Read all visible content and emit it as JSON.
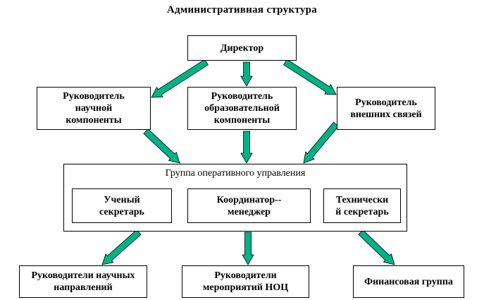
{
  "title": "Административная  структура",
  "director": "Директор",
  "heads": {
    "science": "Руководитель\nнаучной\nкомпоненты",
    "education": "Руководитель\nобразовательной\nкомпоненты",
    "external": "Руководитель\nвнешних связей"
  },
  "group": {
    "label": "Группа оперативного управления",
    "sci_secretary": "Ученый\nсекретарь",
    "coordinator": "Координатор--\nменеджер",
    "tech_secretary": "Технически\nй секретарь"
  },
  "bottom": {
    "research_heads": "Руководители научных\nнаправлений",
    "event_heads": "Руководители\nмероприятий НОЦ",
    "finance": "Финансовая группа"
  },
  "colors": {
    "arrow_fill": "#00b386",
    "arrow_stroke": "#000000"
  }
}
